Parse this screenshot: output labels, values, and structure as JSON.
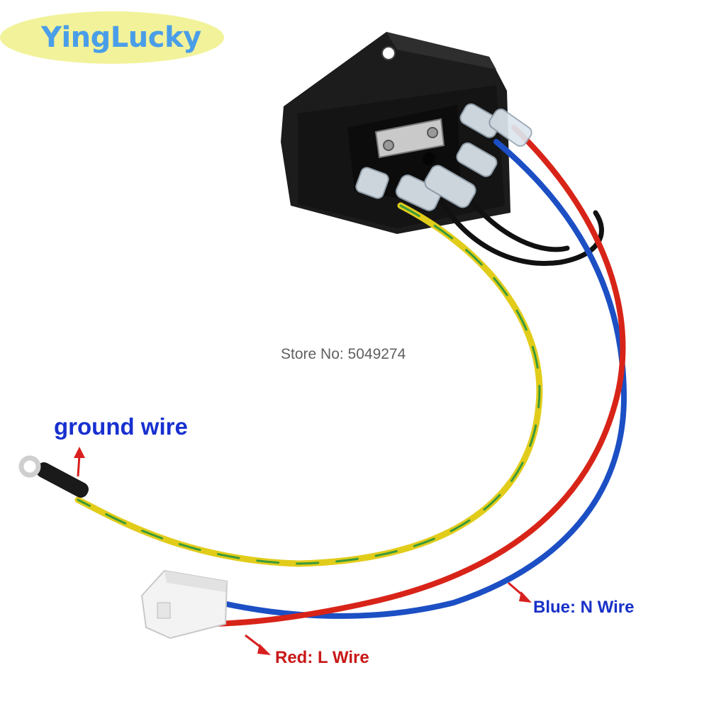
{
  "brand": {
    "name": "YingLucky",
    "badge_color": "#f2f29a",
    "text_color": "#4a9ee8"
  },
  "watermark": {
    "store_text": "Store No: 5049274"
  },
  "labels": {
    "ground": "ground wire",
    "neutral": "Blue: N Wire",
    "live": "Red: L Wire"
  },
  "colors": {
    "socket": "#1a1a1a",
    "wire_red": "#d82418",
    "wire_blue": "#1c4fc4",
    "wire_yellow": "#e2cc1a",
    "wire_green": "#3a9a3a",
    "wire_black": "#111111",
    "connector": "#f2f2f2",
    "arrow_red": "#d82020"
  },
  "icons": [
    "up-arrow-icon",
    "right-arrow-icon",
    "ring-terminal-icon",
    "iec-socket-icon"
  ]
}
